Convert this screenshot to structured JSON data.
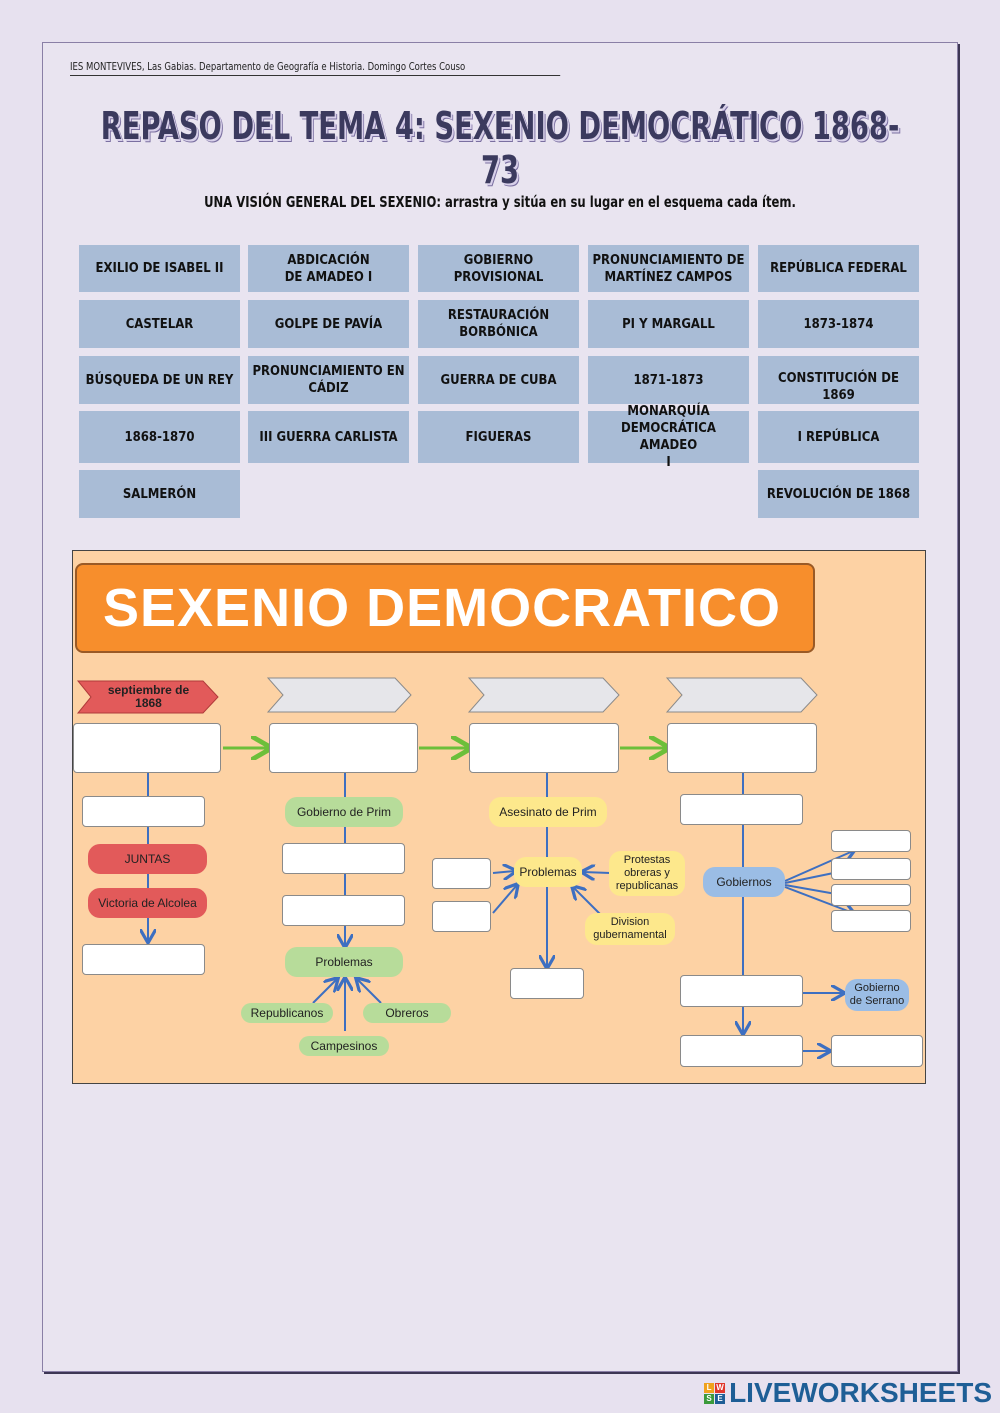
{
  "header": "IES MONTEVIVES, Las Gabias. Departamento de Geografía e Historia. Domingo Cortes Couso",
  "title": "REPASO DEL TEMA 4: SEXENIO DEMOCRÁTICO 1868-73",
  "subtitle": "UNA VISIÓN GENERAL DEL SEXENIO: arrastra y sitúa en su lugar en el esquema cada ítem.",
  "items": [
    "EXILIO DE ISABEL II",
    "ABDICACIÓN\nDE AMADEO I",
    "GOBIERNO\nPROVISIONAL",
    "PRONUNCIAMIENTO DE\nMARTÍNEZ CAMPOS",
    "REPÚBLICA FEDERAL",
    "CASTELAR",
    "GOLPE DE PAVÍA",
    "RESTAURACIÓN\nBORBÓNICA",
    "PI Y MARGALL",
    "1873-1874",
    "BÚSQUEDA DE UN REY",
    "PRONUNCIAMIENTO EN\nCÁDIZ",
    "GUERRA DE CUBA",
    "1871-1873",
    "CONSTITUCIÓN DE 1869",
    "1868-1870",
    "III GUERRA CARLISTA",
    "FIGUERAS",
    "MONARQUÍA\nDEMOCRÁTICA AMADEO\nI",
    "I REPÚBLICA",
    "SALMERÓN",
    "REVOLUCIÓN DE 1868"
  ],
  "diagram": {
    "banner": "SEXENIO DEMOCRATICO",
    "start_tag": "septiembre de\n1868",
    "juntas": "JUNTAS",
    "victoria": "Victoria de Alcolea",
    "gobierno_prim": "Gobierno de Prim",
    "problemas": "Problemas",
    "republicanos": "Republicanos",
    "obreros": "Obreros",
    "campesinos": "Campesinos",
    "asesinato": "Asesinato de Prim",
    "problemas2": "Problemas",
    "protestas": "Protestas\nobreras y\nrepublicanas",
    "division": "Division\ngubernamental",
    "gobiernos": "Gobiernos",
    "gobierno_serrano": "Gobierno\nde Serrano"
  },
  "colors": {
    "item_bg": "#a9bcd6",
    "banner": "#f78e2c",
    "diagram_bg": "#fdd2a4",
    "arrow_blue": "#3d6fc1",
    "arrow_green": "#6cbf3a"
  },
  "logo": "LIVEWORKSHEETS",
  "logo_letters": [
    "L",
    "W",
    "S",
    "E"
  ]
}
